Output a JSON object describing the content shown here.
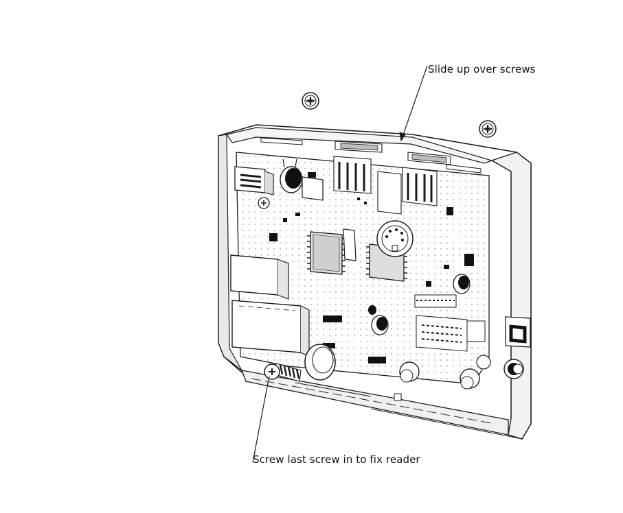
{
  "diagram": {
    "callouts": {
      "top": "Slide up over screws",
      "bottom": "Screw last screw in to fix reader"
    },
    "icons": {
      "screws": [
        "phillips-screw-icon",
        "phillips-screw-icon",
        "phillips-screw-icon"
      ],
      "reader": "reader-pcb-housing"
    },
    "colors": {
      "line": "#1a1a1a",
      "fill": "#ffffff",
      "shade": "#bdbdbd",
      "background": "#ffffff"
    }
  }
}
